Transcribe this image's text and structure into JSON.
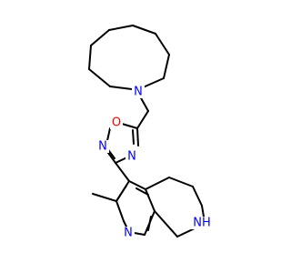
{
  "molecule": {
    "atoms": {
      "azocane_n": {
        "symbol": "N",
        "color": "#0000ff"
      },
      "oxadiazole_o": {
        "symbol": "O",
        "color": "#ff0000"
      },
      "oxadiazole_n_left": {
        "symbol": "N",
        "color": "#0000ff"
      },
      "oxadiazole_n_bottom": {
        "symbol": "N",
        "color": "#0000ff"
      },
      "pyridine_n": {
        "symbol": "N",
        "color": "#0000ff"
      },
      "ring_nh": {
        "symbol": "NH",
        "color": "#0000ff"
      }
    }
  }
}
